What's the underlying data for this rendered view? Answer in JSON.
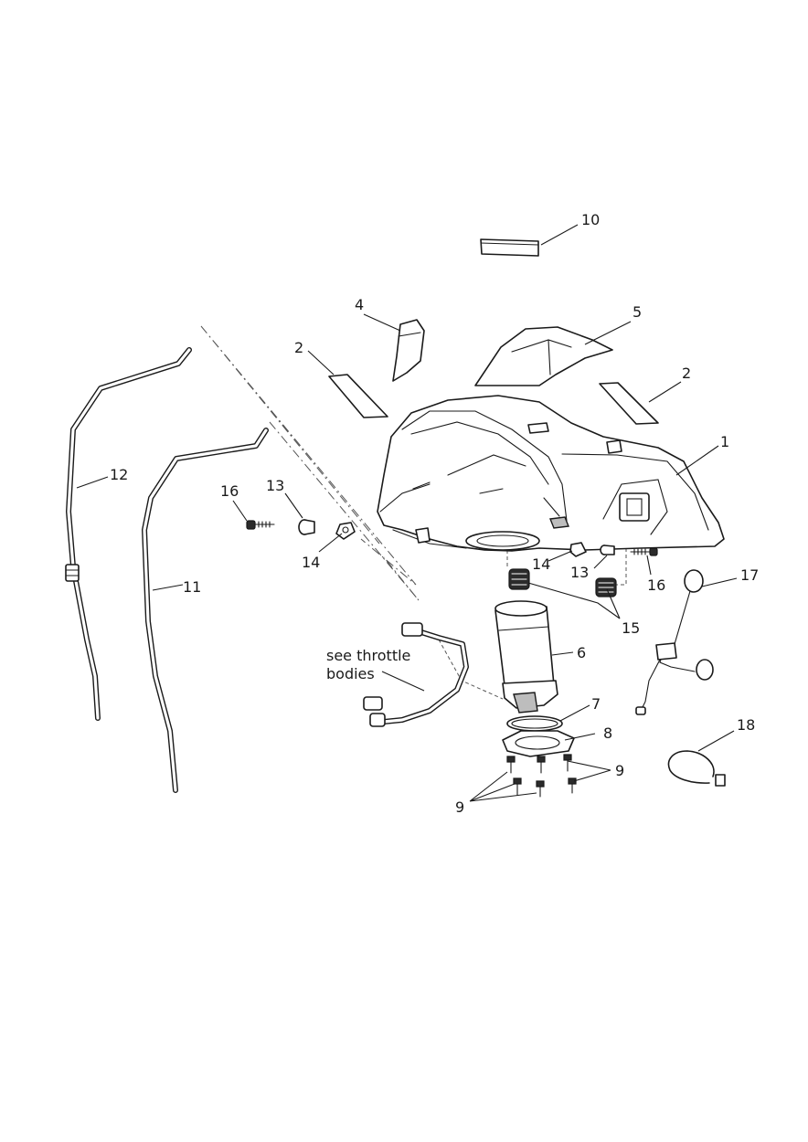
{
  "callouts": {
    "c1": "1",
    "c2a": "2",
    "c2b": "2",
    "c4": "4",
    "c5": "5",
    "c6": "6",
    "c7": "7",
    "c8": "8",
    "c9a": "9",
    "c9b": "9",
    "c10": "10",
    "c11": "11",
    "c12": "12",
    "c13a": "13",
    "c13b": "13",
    "c14a": "14",
    "c14b": "14",
    "c15": "15",
    "c16a": "16",
    "c16b": "16",
    "c17": "17",
    "c18": "18"
  },
  "note": {
    "line1": "see throttle",
    "line2": "bodies"
  }
}
